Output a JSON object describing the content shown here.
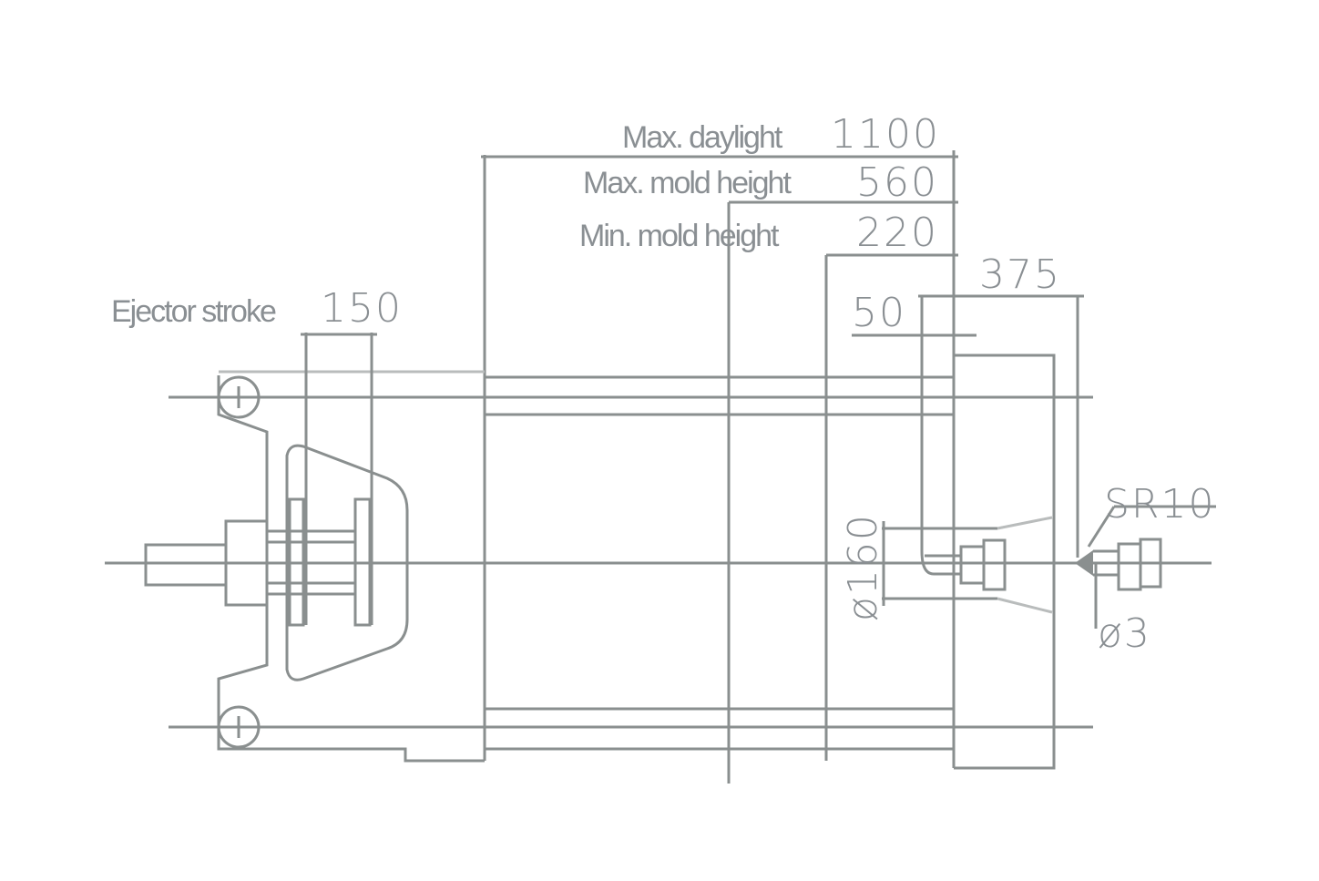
{
  "diagram": {
    "type": "injection molding machine clamping unit dimension drawing",
    "line_color": "#8a8f8f",
    "dimensions": {
      "max_daylight": {
        "label": "Max. daylight",
        "value": "1100"
      },
      "max_mold_height": {
        "label": "Max. mold height",
        "value": "560"
      },
      "min_mold_height": {
        "label": "Min. mold height",
        "value": "220"
      },
      "ejector_stroke": {
        "label": "Ejector stroke",
        "value": "150"
      },
      "nozzle_protrusion": {
        "value": "375"
      },
      "locating_depth": {
        "value": "50"
      },
      "locating_ring_diameter": {
        "value": "ø160"
      },
      "nozzle_radius": {
        "value": "SR10"
      },
      "nozzle_orifice": {
        "value": "ø3"
      }
    }
  }
}
